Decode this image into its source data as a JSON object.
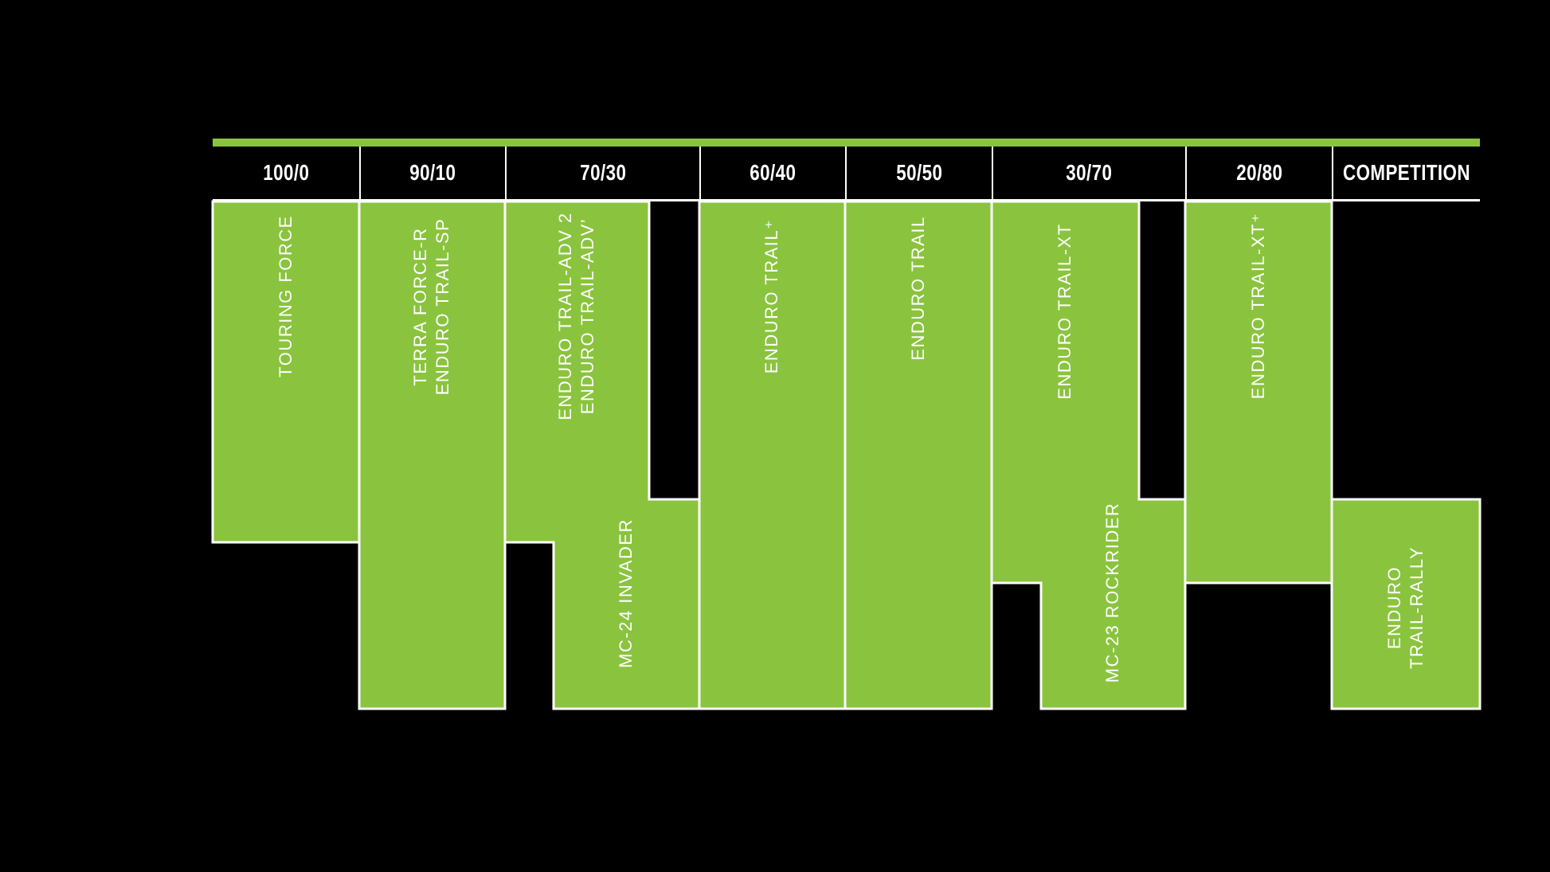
{
  "header": {
    "columns": [
      {
        "label": "100/0"
      },
      {
        "label": "90/10"
      },
      {
        "label": "70/30"
      },
      {
        "label": "60/40"
      },
      {
        "label": "50/50"
      },
      {
        "label": "30/70"
      },
      {
        "label": "20/80"
      },
      {
        "label": "COMPETITION"
      }
    ]
  },
  "blocks": [
    {
      "label": "TOURING FORCE"
    },
    {
      "label": "TERRA FORCE-R\nENDURO TRAIL-SP"
    },
    {
      "label": "ENDURO TRAIL-ADV 2\nENDURO TRAIL-ADV’"
    },
    {
      "label": "MC-24 INVADER"
    },
    {
      "label": "ENDURO TRAIL⁺"
    },
    {
      "label": "ENDURO TRAIL"
    },
    {
      "label": "ENDURO TRAIL-XT"
    },
    {
      "label": "MC-23 ROCKRIDER"
    },
    {
      "label": "ENDURO TRAIL-XT⁺"
    },
    {
      "label": "ENDURO TRAIL-RALLY"
    }
  ],
  "colors": {
    "accent_green": "#8AC43E",
    "background": "#000000",
    "text": "#FFFFFF"
  },
  "chart_data": {
    "type": "table",
    "title": "",
    "categories": [
      "100/0",
      "90/10",
      "70/30",
      "60/40",
      "50/50",
      "30/70",
      "20/80",
      "COMPETITION"
    ],
    "legend_position": "none",
    "grid": false,
    "series": [
      {
        "name": "TOURING FORCE",
        "column": "100/0"
      },
      {
        "name": "TERRA FORCE-R",
        "column": "90/10"
      },
      {
        "name": "ENDURO TRAIL-SP",
        "column": "90/10"
      },
      {
        "name": "ENDURO TRAIL-ADV 2",
        "column": "70/30"
      },
      {
        "name": "ENDURO TRAIL-ADV’",
        "column": "70/30"
      },
      {
        "name": "MC-24 INVADER",
        "column": "70/30"
      },
      {
        "name": "ENDURO TRAIL⁺",
        "column": "60/40"
      },
      {
        "name": "ENDURO TRAIL",
        "column": "50/50"
      },
      {
        "name": "ENDURO TRAIL-XT",
        "column": "30/70"
      },
      {
        "name": "MC-23 ROCKRIDER",
        "column": "30/70"
      },
      {
        "name": "ENDURO TRAIL-XT⁺",
        "column": "20/80"
      },
      {
        "name": "ENDURO TRAIL-RALLY",
        "column": "COMPETITION"
      }
    ]
  }
}
